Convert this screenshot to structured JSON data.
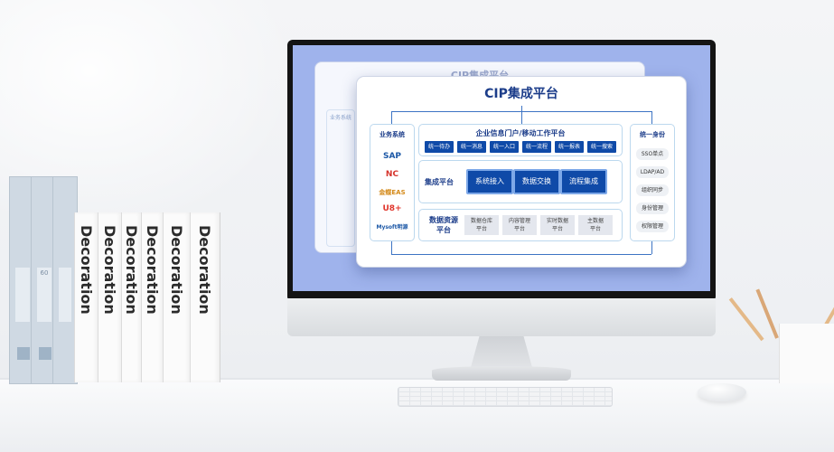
{
  "platform": {
    "title": "CIP集成平台",
    "back_title": "CIP集成平台",
    "back_side_label": "业务系统"
  },
  "business_systems": {
    "label": "业务系统",
    "logos": [
      {
        "name": "SAP",
        "color": "#1b57a6"
      },
      {
        "name": "NC",
        "color": "#d6342c"
      },
      {
        "name": "金蝶EAS",
        "color": "#d48a1a"
      },
      {
        "name": "U8+",
        "color": "#e0372d"
      },
      {
        "name": "Mysoft明源",
        "color": "#1b57a6"
      }
    ]
  },
  "portal": {
    "title": "企业信息门户/移动工作平台",
    "items": [
      "统一待办",
      "统一消息",
      "统一入口",
      "统一流程",
      "统一报表",
      "统一搜索"
    ]
  },
  "integration": {
    "title": "集成平台",
    "items": [
      "系统接入",
      "数据交换",
      "流程集成"
    ]
  },
  "data_resources": {
    "title": "数据资源\n平台",
    "items": [
      [
        "数据仓库",
        "平台"
      ],
      [
        "内容管理",
        "平台"
      ],
      [
        "实时数据",
        "平台"
      ],
      [
        "主数据",
        "平台"
      ]
    ]
  },
  "identity": {
    "title": "统一身份",
    "items": [
      "SSO单点",
      "LDAP/AD",
      "组织同步",
      "身份管理",
      "权限管理"
    ]
  },
  "books": [
    "Decoration",
    "Decoration",
    "Decoration",
    "Decoration",
    "Decoration",
    "Decoration"
  ],
  "binder_label": "60",
  "colors": {
    "accent": "#0f4aa8",
    "title": "#1c3d8a",
    "screen": "#9fb3ec"
  }
}
